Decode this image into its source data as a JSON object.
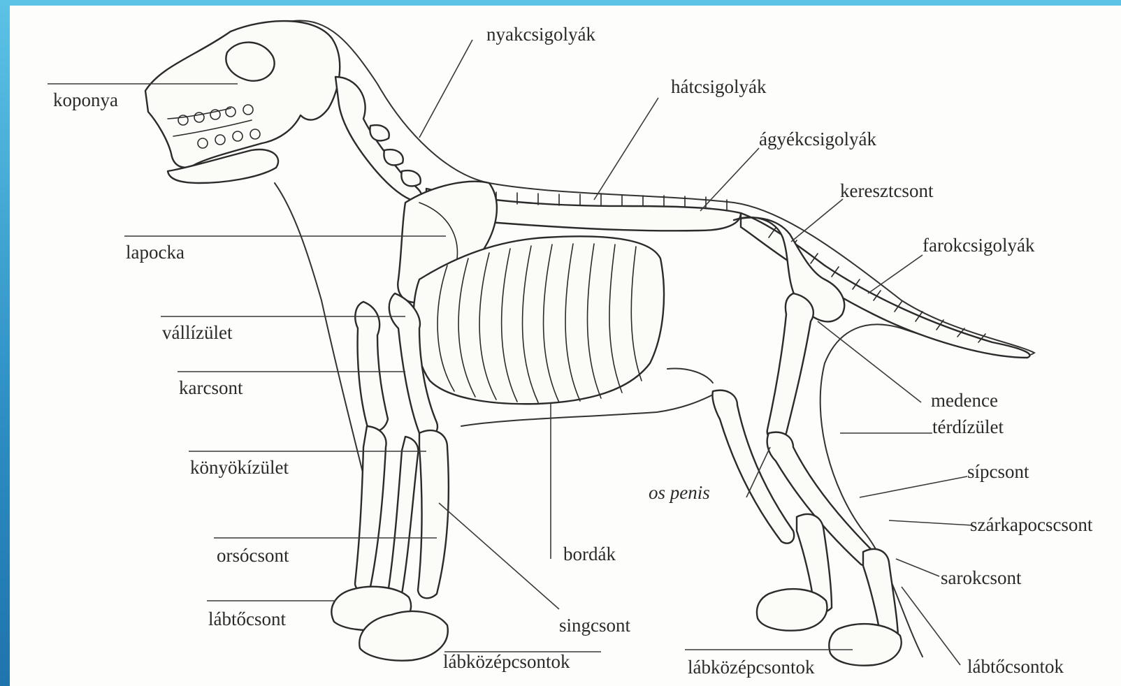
{
  "diagram": {
    "labels": {
      "koponya": "koponya",
      "nyakcsigolyak": "nyakcsigolyák",
      "hatcsigolyak": "hátcsigolyák",
      "agyekcsigolyak": "ágyékcsigolyák",
      "keresztcsont": "keresztcsont",
      "farokcsigolyak": "farokcsigolyák",
      "lapocka": "lapocka",
      "vallizulet": "vállízület",
      "karcsont": "karcsont",
      "medence": "medence",
      "terdizulet": "térdízület",
      "konyokizulet": "könyökízület",
      "sipcsont": "sípcsont",
      "os_penis": "os penis",
      "szarkapocscsont": "szárkapocscsont",
      "orsocsont": "orsócsont",
      "bordak": "bordák",
      "sarokcsont": "sarokcsont",
      "labtocsont": "lábtőcsont",
      "singcsont": "singcsont",
      "labkozepcsontok_front": "lábközépcsontok",
      "labkozepcsontok_hind": "lábközépcsontok",
      "labtocsontok": "lábtőcsontok"
    }
  }
}
